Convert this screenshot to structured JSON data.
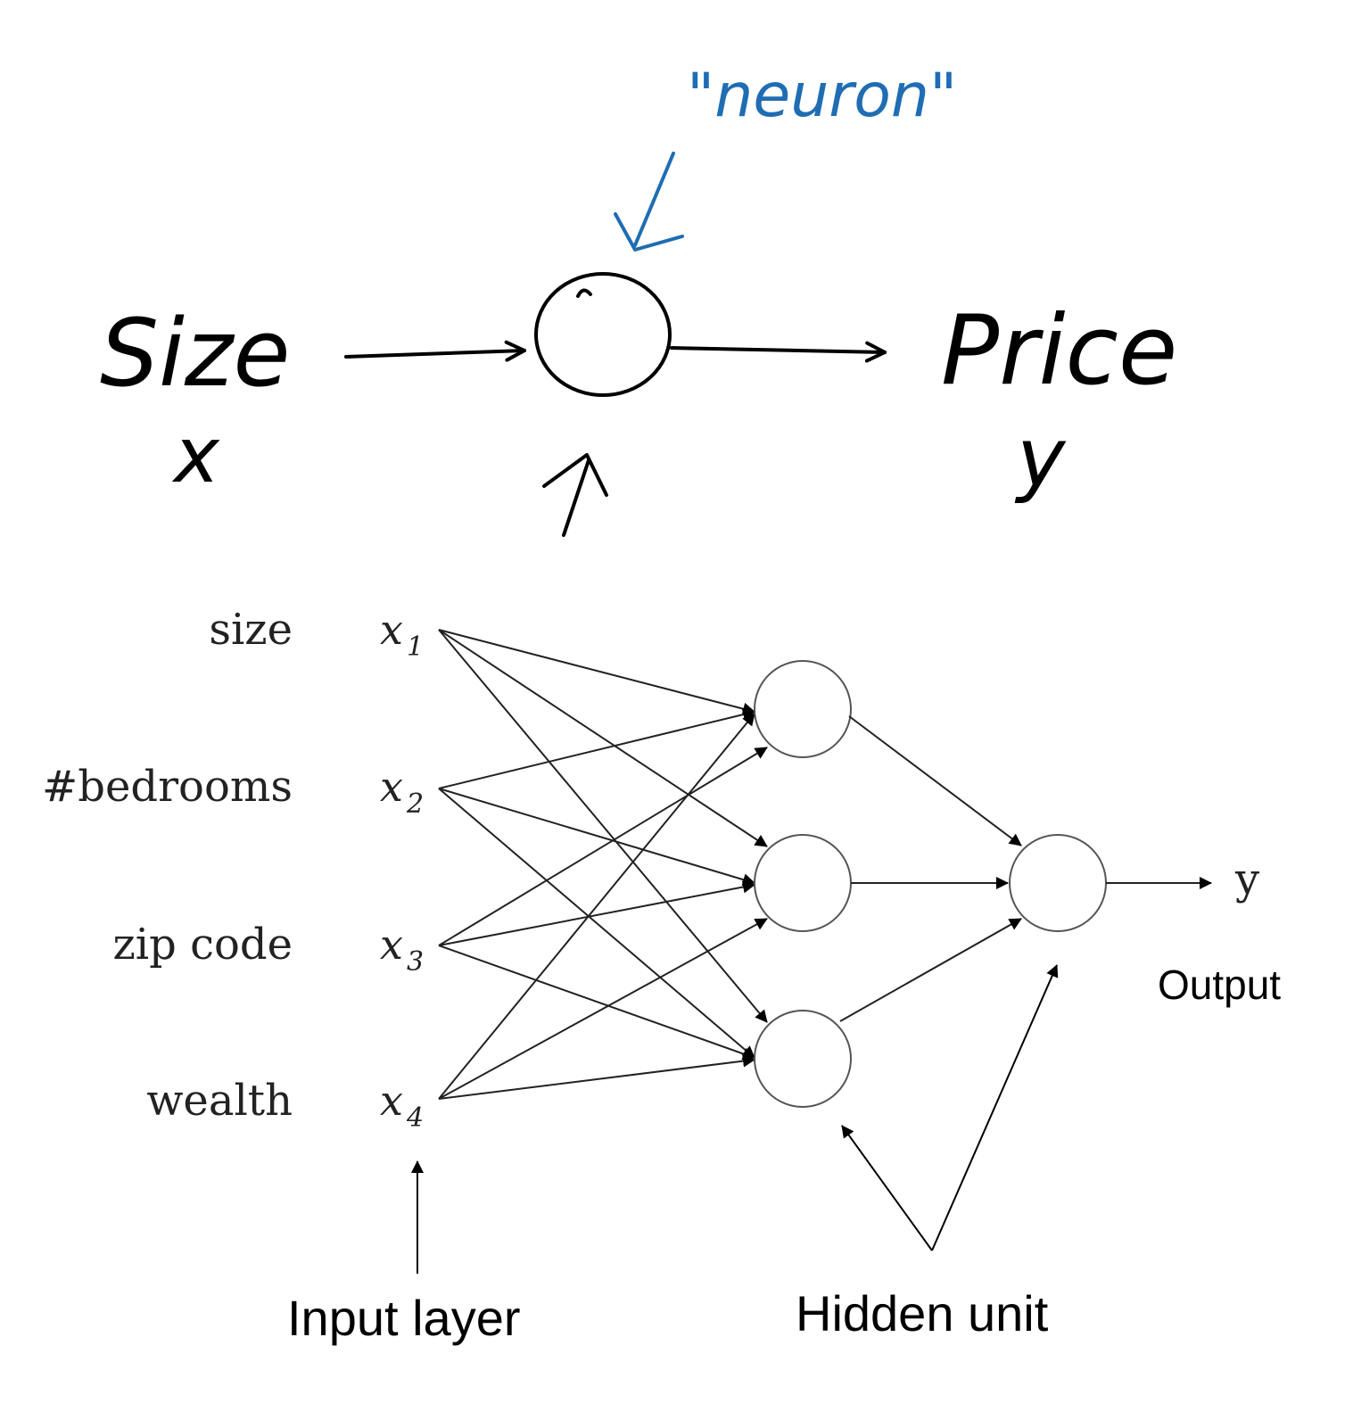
{
  "top": {
    "neuron_note": "\"neuron\"",
    "input_label": "Size",
    "input_var": "x",
    "output_label": "Price",
    "output_var": "y",
    "ink_color": "#000000",
    "note_color": "#1f6db3"
  },
  "network": {
    "inputs": [
      {
        "name": "size",
        "var": "x",
        "sub": "1"
      },
      {
        "name": "#bedrooms",
        "var": "x",
        "sub": "2"
      },
      {
        "name": "zip code",
        "var": "x",
        "sub": "3"
      },
      {
        "name": "wealth",
        "var": "x",
        "sub": "4"
      }
    ],
    "output_var": "y",
    "output_label": "Output",
    "input_layer_label": "Input layer",
    "hidden_unit_label": "Hidden unit"
  }
}
